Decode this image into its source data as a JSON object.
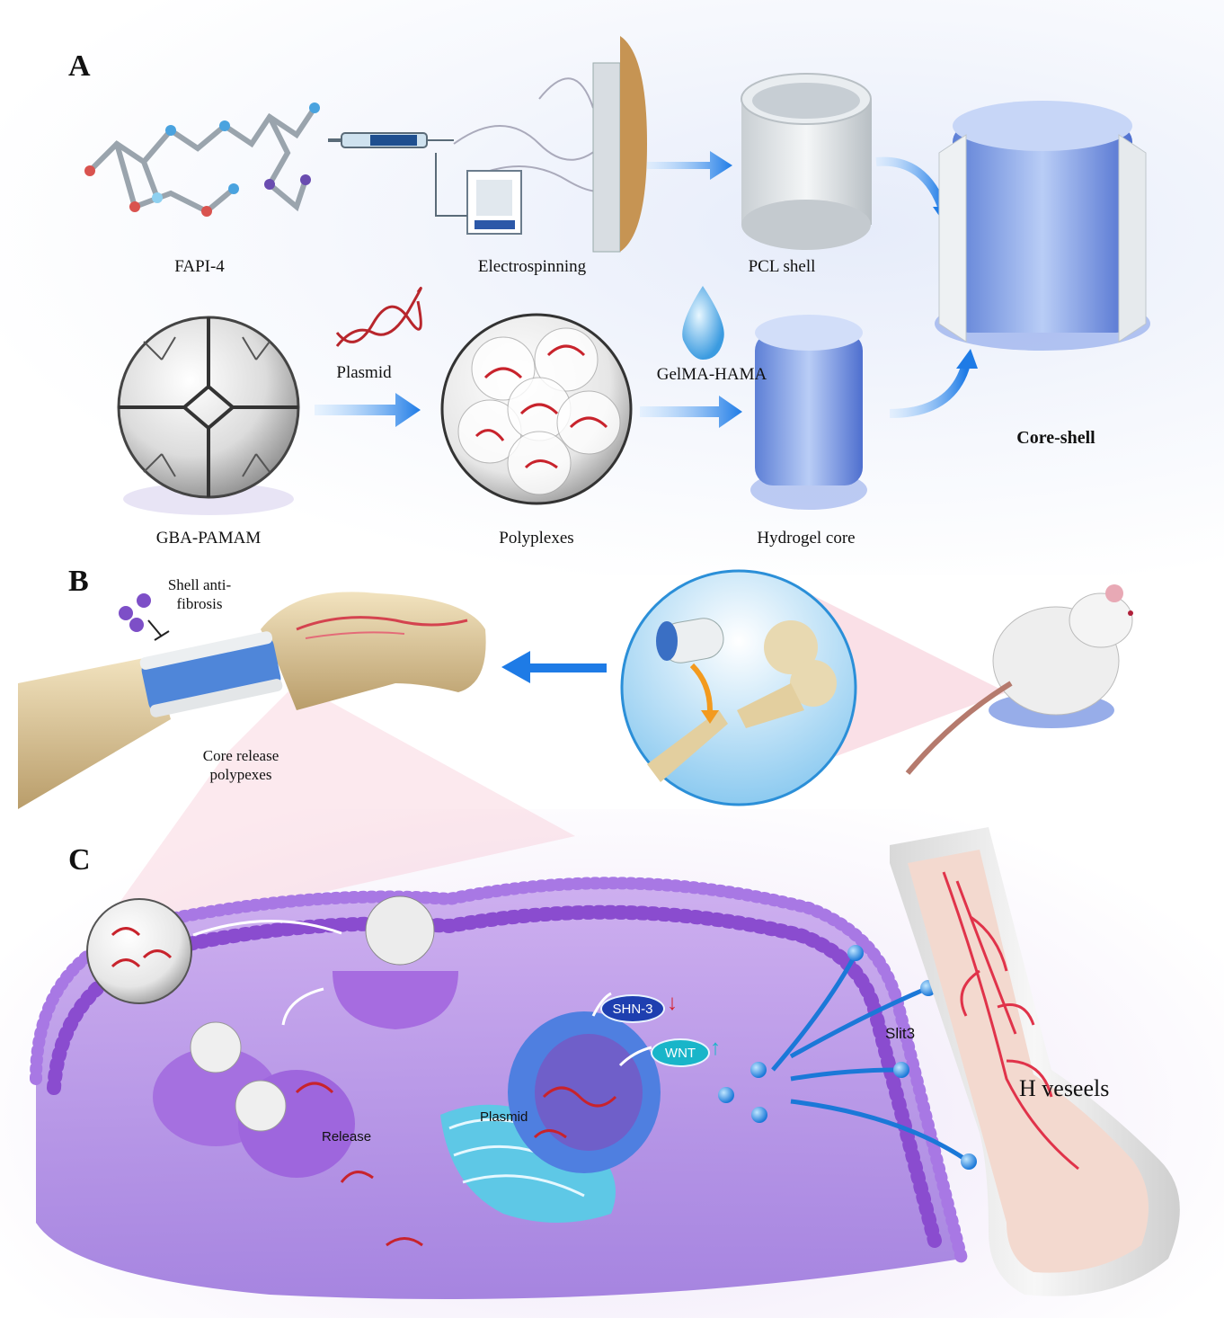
{
  "panels": {
    "a": "A",
    "b": "B",
    "c": "C"
  },
  "panel_a": {
    "fapi": "FAPI-4",
    "electrospinning": "Electrospinning",
    "pcl_shell": "PCL shell",
    "core_shell": "Core-shell",
    "plasmid": "Plasmid",
    "gelma": "GelMA-HAMA",
    "gba": "GBA-PAMAM",
    "polyplexes": "Polyplexes",
    "hydrogel": "Hydrogel core"
  },
  "panel_b": {
    "shell_line1": "Shell anti-",
    "shell_line2": "fibrosis",
    "core_line1": "Core release",
    "core_line2": "polypexes"
  },
  "panel_c": {
    "shn3": "SHN-3",
    "wnt": "WNT",
    "slit3": "Slit3",
    "h_vessels": "H veseels",
    "plasmid": "Plasmid",
    "release": "Release"
  },
  "colors": {
    "arrow_blue": "#1e7be6",
    "membrane_purple": "#9b5fd8",
    "dna_red": "#c8232c",
    "er_cyan": "#5ec8e6",
    "shn3_pill": "#1e3fb0",
    "wnt_pill": "#19b5c9",
    "vessel_red": "#e0334a"
  },
  "icons": {
    "up_arrow": "up-arrow-icon",
    "down_arrow": "down-arrow-icon"
  }
}
